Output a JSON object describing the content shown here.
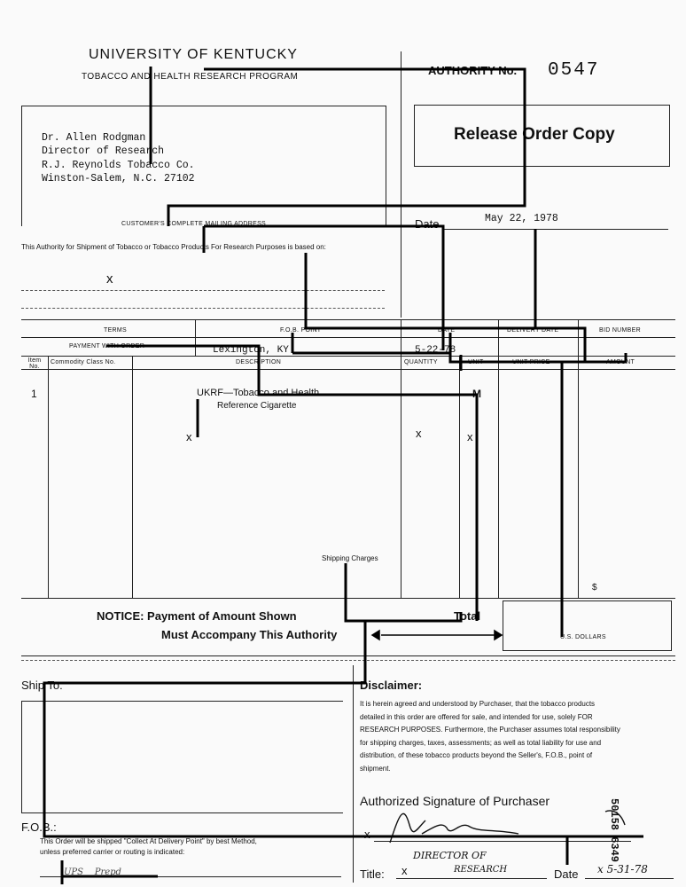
{
  "header": {
    "university": "UNIVERSITY OF KENTUCKY",
    "program": "TOBACCO AND HEALTH RESEARCH PROGRAM",
    "authority_label": "AUTHORITY No.",
    "authority_number": "0547",
    "copy_type": "Release Order Copy"
  },
  "customer": {
    "address_lines": [
      "Dr. Allen Rodgman",
      "Director of Research",
      "R.J. Reynolds Tobacco Co.",
      "Winston-Salem, N.C.  27102"
    ],
    "address_caption": "CUSTOMER'S COMPLETE MAILING ADDRESS"
  },
  "date": {
    "label": "Date",
    "value": "May 22, 1978"
  },
  "authority_basis": {
    "text": "This Authority for Shipment of Tobacco or Tobacco Products For Research Purposes is based on:",
    "mark": "x"
  },
  "terms_row": {
    "headers": [
      "TERMS",
      "F.O.B. POINT",
      "DATE",
      "DELIVERY DATE",
      "BID NUMBER"
    ],
    "terms_value": "PAYMENT WITH ORDER",
    "fob_value": "Lexington, KY.",
    "date_value": "5-22-78"
  },
  "items_table": {
    "headers": [
      "Item No.",
      "Commodity Class No.",
      "DESCRIPTION",
      "QUANTITY",
      "UNIT",
      "UNIT PRICE",
      "AMOUNT"
    ],
    "rows": [
      {
        "item": "1",
        "desc1": "UKRF—Tobacco and Health",
        "desc2": "Reference Cigarette",
        "unit": "M"
      }
    ],
    "marks": [
      "x",
      "x",
      "x"
    ],
    "shipping_label": "Shipping Charges",
    "currency_symbol": "$"
  },
  "notice": {
    "line1": "NOTICE:  Payment of Amount Shown",
    "line2": "Must Accompany This Authority",
    "total_label": "Total",
    "dollars_label": "U.S. DOLLARS"
  },
  "ship_to": {
    "label": "Ship To:"
  },
  "disclaimer": {
    "title": "Disclaimer:",
    "lines": [
      "It is herein agreed and understood by Purchaser, that the tobacco products",
      "detailed in this order are offered for sale, and intended for use, solely FOR",
      "RESEARCH PURPOSES.  Furthermore, the Purchaser assumes total responsibility",
      "for shipping charges, taxes, assessments; as well as total liability for use and",
      "distribution, of these tobacco products beyond the Seller's, F.O.B., point of",
      "shipment."
    ]
  },
  "signature": {
    "label": "Authorized Signature of Purchaser",
    "x_mark": "x",
    "title_label": "Title:",
    "title_x": "x",
    "title_value_1": "DIRECTOR OF",
    "title_value_2": "RESEARCH",
    "date_label": "Date",
    "date_value": "x 5-31-78"
  },
  "fob": {
    "label": "F.O.B.:",
    "line1": "This Order will be shipped \"Collect At Delivery Point\" by best Method,",
    "line2": "unless preferred carrier or routing is indicated:",
    "value": "UPS    Prepd"
  },
  "side_number": "50158 6349"
}
